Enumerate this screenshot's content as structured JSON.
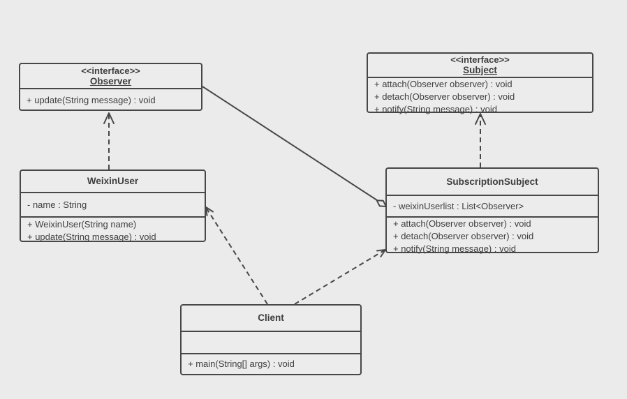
{
  "colors": {
    "background": "#ebebeb",
    "box_fill": "#ececec",
    "stroke": "#474747",
    "text": "#3e3e3e"
  },
  "diagram": {
    "classes": {
      "observer": {
        "stereotype": "<<interface>>",
        "name": "Observer",
        "methods": [
          "+ update(String message) : void"
        ]
      },
      "subject": {
        "stereotype": "<<interface>>",
        "name": "Subject",
        "methods": [
          "+ attach(Observer observer) : void",
          "+ detach(Observer observer) : void",
          "+ notify(String message) : void"
        ]
      },
      "weixin_user": {
        "name": "WeixinUser",
        "attributes": [
          "- name : String"
        ],
        "methods": [
          "+ WeixinUser(String name)",
          "+ update(String message) : void"
        ]
      },
      "subscription_subject": {
        "name": "SubscriptionSubject",
        "attributes": [
          "- weixinUserlist : List<Observer>"
        ],
        "methods": [
          "+ attach(Observer observer) : void",
          "+ detach(Observer observer) : void",
          "+ notify(String message) : void"
        ]
      },
      "client": {
        "name": "Client",
        "attributes": [],
        "methods": [
          "+ main(String[] args) : void"
        ]
      }
    },
    "relationships": [
      {
        "type": "realization",
        "from": "WeixinUser",
        "to": "Observer",
        "style": "dashed-open-arrow"
      },
      {
        "type": "realization",
        "from": "SubscriptionSubject",
        "to": "Subject",
        "style": "dashed-open-arrow"
      },
      {
        "type": "aggregation",
        "from": "SubscriptionSubject",
        "to": "Observer",
        "style": "solid-hollow-diamond"
      },
      {
        "type": "dependency",
        "from": "Client",
        "to": "WeixinUser",
        "style": "dashed-open-arrow"
      },
      {
        "type": "dependency",
        "from": "Client",
        "to": "SubscriptionSubject",
        "style": "dashed-open-arrow"
      }
    ]
  }
}
